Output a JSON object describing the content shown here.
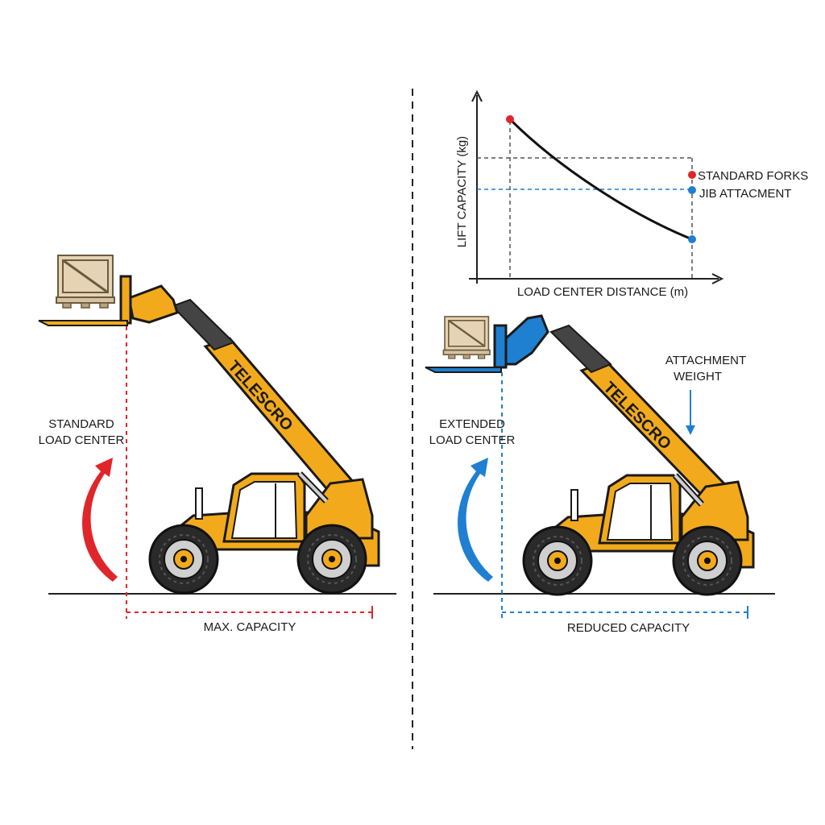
{
  "left_panel": {
    "load_center_label_line1": "STANDARD",
    "load_center_label_line2": "LOAD CENTER",
    "capacity_label": "MAX. CAPACITY",
    "boom_brand": "TELESCRO",
    "accent_color": "#e0262b"
  },
  "right_panel": {
    "load_center_label_line1": "EXTENDED",
    "load_center_label_line2": "LOAD CENTER",
    "capacity_label": "REDUCED CAPACITY",
    "weight_label_line1": "ATTACHMENT",
    "weight_label_line2": "WEIGHT",
    "boom_brand": "TELESCRO",
    "accent_color": "#1f7fd0"
  },
  "graph": {
    "ylabel": "LIFT CAPACITY (kg)",
    "xlabel": "LOAD CENTER DISTANCE (m)",
    "legend": [
      {
        "label": "STANDARD FORKS",
        "color": "#e0262b"
      },
      {
        "label": "JIB ATTACMENT",
        "color": "#1f7fd0"
      }
    ]
  },
  "colors": {
    "machine_yellow": "#f2aa1c",
    "outline": "#1a1a1a",
    "tire": "#2a2a2a",
    "crate": "#e6d3b3"
  }
}
